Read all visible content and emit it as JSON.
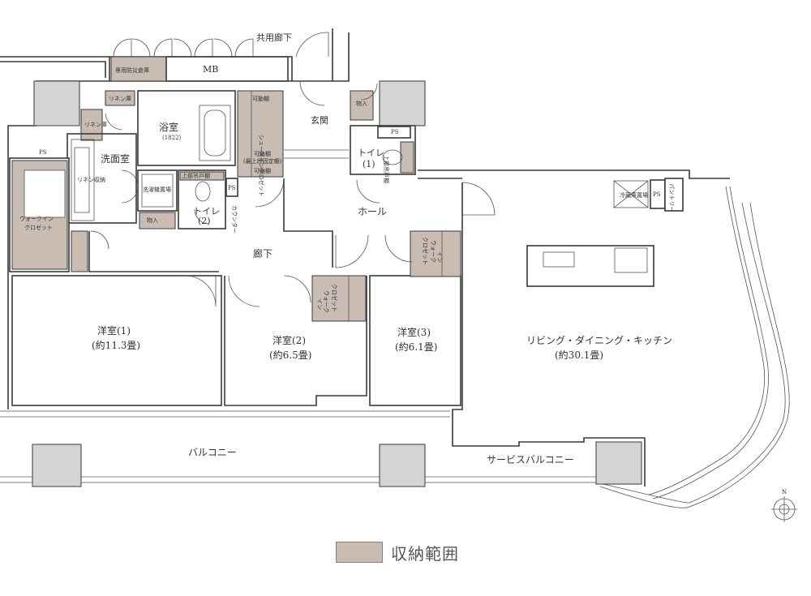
{
  "rooms": {
    "common_corridor": "共用廊下",
    "disaster_storage": "専用防災倉庫",
    "mb": "MB",
    "linen_1": "リネン庫",
    "linen_2": "リネン庫",
    "bathroom": "浴室",
    "bathroom_size": "(1822)",
    "movable_shelf_top": "可動棚",
    "shoe_closet": "シューズインクロゼット",
    "movable_shelf_mid": "可動棚",
    "movable_shelf_fixed": "(最上段固定棚)",
    "movable_shelf_bottom": "可動棚",
    "entrance": "玄関",
    "storage_entrance": "物入",
    "ps_1": "PS",
    "ps_2": "PS",
    "ps_3": "PS",
    "ps_4": "PS",
    "washroom": "洗面室",
    "linen_shelf": "リネン収納",
    "laundry": "洗濯機置場",
    "upper_shelf_1": "上部吊戸棚",
    "upper_shelf_2": "上部吊戸棚",
    "toilet_1": "トイレ",
    "toilet_1_num": "(1)",
    "toilet_2": "トイレ",
    "toilet_2_num": "(2)",
    "counter": "カウンター",
    "storage_wash": "物入",
    "hall": "ホール",
    "corridor": "廊下",
    "walkin_1_a": "ウォークイン",
    "walkin_1_b": "クロゼット",
    "walkin_2_a": "ウォーク",
    "walkin_2_b": "イン",
    "walkin_2_c": "クロゼット",
    "walkin_3_a": "ウォーク",
    "walkin_3_b": "イン",
    "walkin_3_c": "クロゼット",
    "fridge": "冷蔵庫置場",
    "pantry": "パントリー",
    "western1": "洋室(1)",
    "western1_size": "(約11.3畳)",
    "western2": "洋室(2)",
    "western2_size": "(約6.5畳)",
    "western3": "洋室(3)",
    "western3_size": "(約6.1畳)",
    "ldk": "リビング・ダイニング・キッチン",
    "ldk_size": "(約30.1畳)",
    "balcony": "バルコニー",
    "service_balcony": "サービスバルコニー",
    "compass": "N"
  },
  "legend": {
    "label": "収納範囲",
    "color": "#c8bcb3"
  }
}
